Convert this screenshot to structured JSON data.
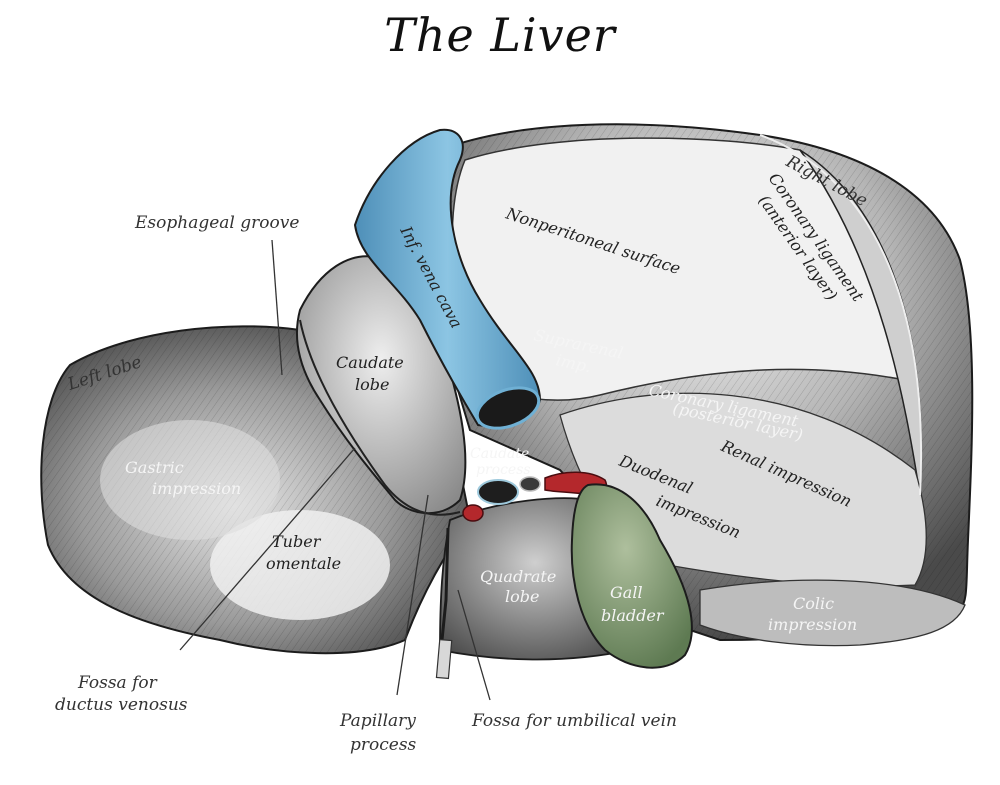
{
  "title": "The Liver",
  "labels": {
    "right_lobe": "Right lobe",
    "left_lobe": "Left lobe",
    "esophageal_groove": "Esophageal groove",
    "inf_vena_cava": "Inf. vena cava",
    "nonperitoneal_surface": "Nonperitoneal surface",
    "coronary_ligament_anterior": "Coronary ligament",
    "anterior_layer": "(anterior layer)",
    "suprarenal": "Suprarenal",
    "suprarenal_imp": "imp.",
    "coronary_ligament_posterior": "Coronary ligament",
    "posterior_layer": "(posterior layer)",
    "caudate_lobe_1": "Caudate",
    "caudate_lobe_2": "lobe",
    "caudate_process_1": "Caudate",
    "caudate_process_2": "process",
    "renal_impression": "Renal impression",
    "duodenal_1": "Duodenal",
    "duodenal_2": "impression",
    "gastric_1": "Gastric",
    "gastric_2": "impression",
    "tuber_1": "Tuber",
    "tuber_2": "omentale",
    "quadrate_1": "Quadrate",
    "quadrate_2": "lobe",
    "gall_1": "Gall",
    "gall_2": "bladder",
    "colic_1": "Colic",
    "colic_2": "impression",
    "fossa_dv_1": "Fossa for",
    "fossa_dv_2": "ductus venosus",
    "papillary_1": "Papillary",
    "papillary_2": "process",
    "fossa_uv": "Fossa for umbilical vein"
  },
  "colors": {
    "liver": "#8f8f8f",
    "liver_light": "#d9d9d9",
    "liver_dark": "#4a4a4a",
    "vena_cava": "#6fb0d4",
    "gall_bladder": "#7d9a6e",
    "vessel_red": "#b4282c",
    "outline": "#1c1c1c"
  }
}
